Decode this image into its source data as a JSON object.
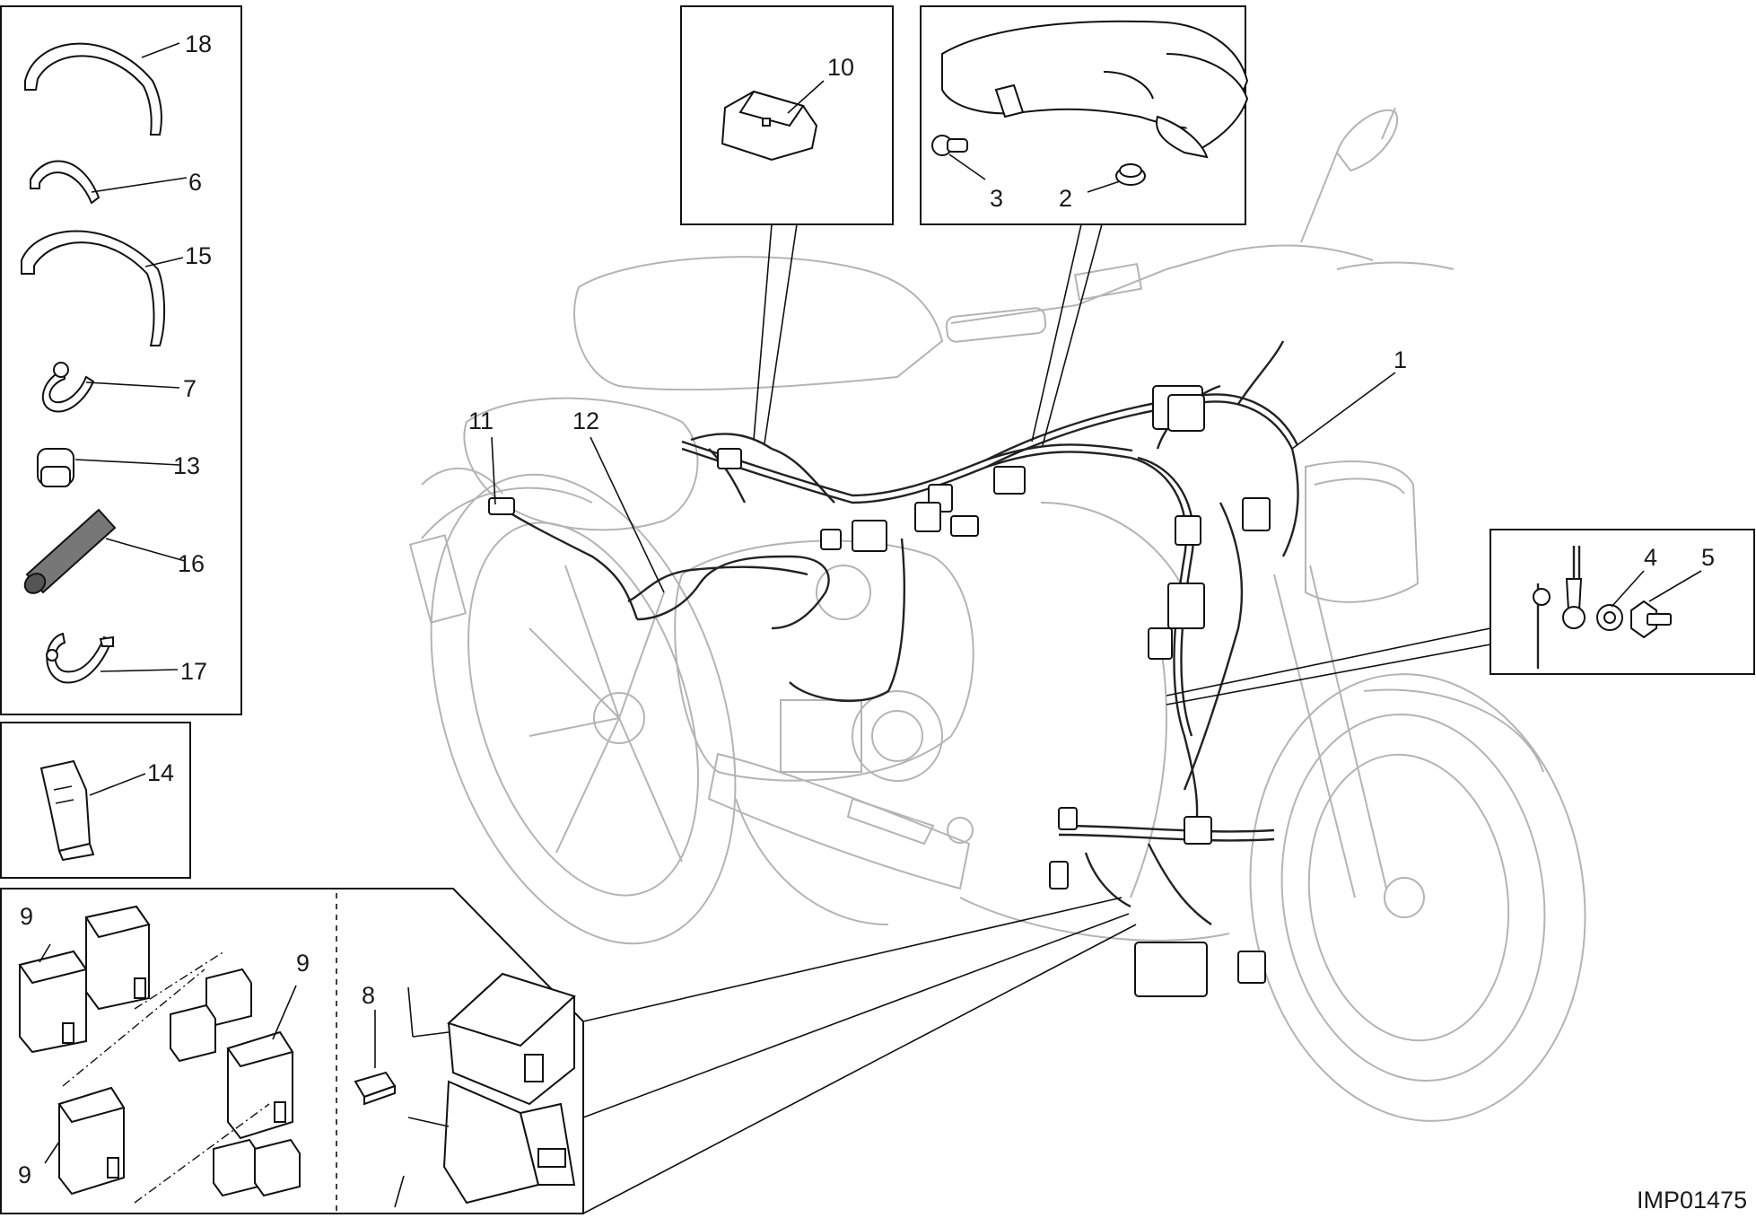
{
  "labels": {
    "l1": "1",
    "l2": "2",
    "l3": "3",
    "l4": "4",
    "l5": "5",
    "l6": "6",
    "l7": "7",
    "l8": "8",
    "l9a": "9",
    "l9b": "9",
    "l9c": "9",
    "l10": "10",
    "l11": "11",
    "l12": "12",
    "l13": "13",
    "l14": "14",
    "l15": "15",
    "l16": "16",
    "l17": "17",
    "l18": "18"
  },
  "drawing_code": "IMP01475"
}
